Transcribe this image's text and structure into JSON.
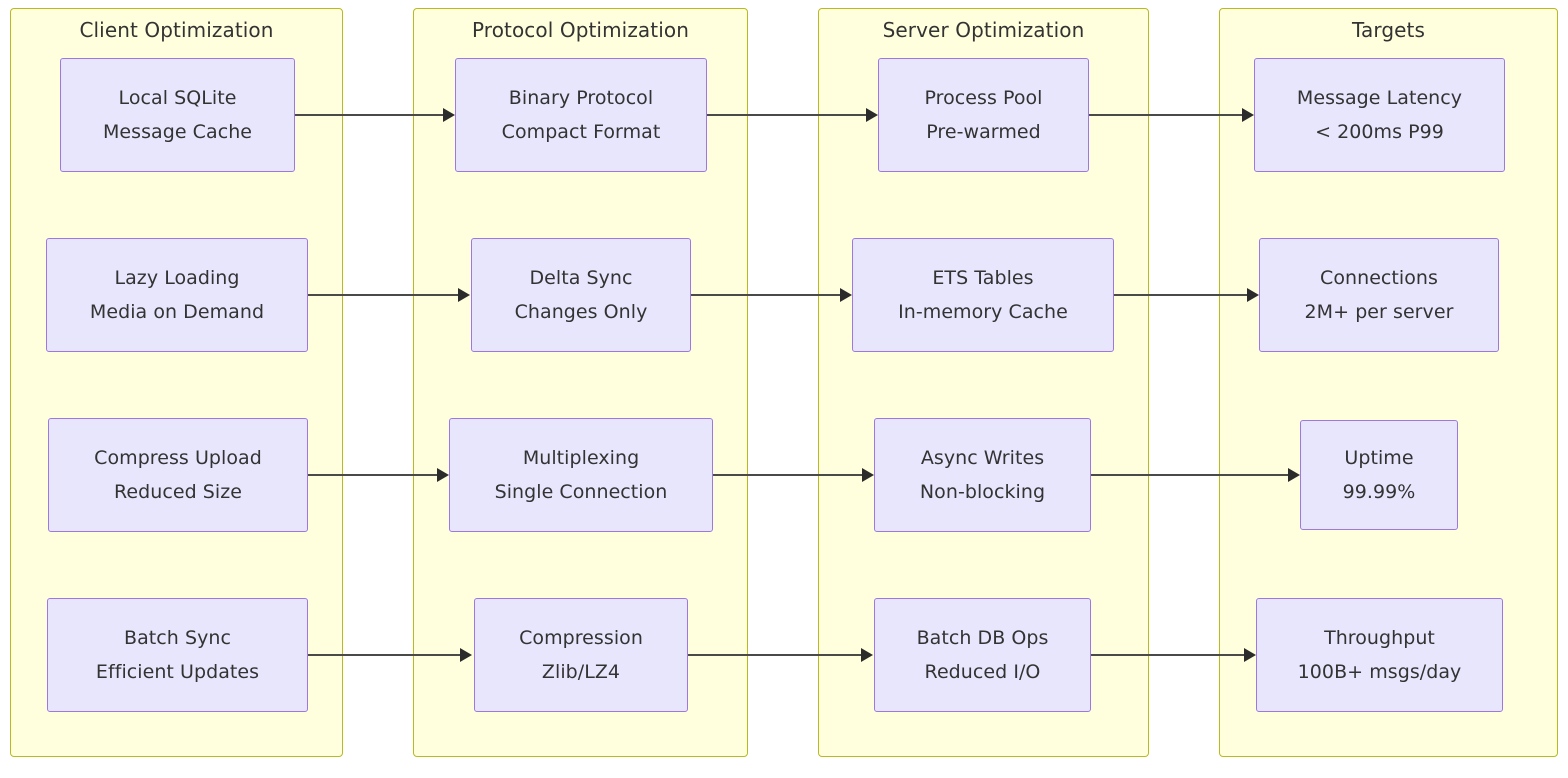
{
  "diagram": {
    "type": "flowchart-lr",
    "background": "#ffffff",
    "cluster_fill": "#ffffde",
    "cluster_stroke": "#b9b920",
    "node_fill": "#e8e6fd",
    "node_stroke": "#9d78e3",
    "edge_color": "#4a4a48",
    "text_color": "#333333"
  },
  "clusters": [
    {
      "id": "client",
      "title": "Client Optimization"
    },
    {
      "id": "protocol",
      "title": "Protocol Optimization"
    },
    {
      "id": "server",
      "title": "Server Optimization"
    },
    {
      "id": "targets",
      "title": "Targets"
    }
  ],
  "nodes": {
    "c1": {
      "line1": "Local SQLite",
      "line2": "Message Cache"
    },
    "c2": {
      "line1": "Lazy Loading",
      "line2": "Media on Demand"
    },
    "c3": {
      "line1": "Compress Upload",
      "line2": "Reduced Size"
    },
    "c4": {
      "line1": "Batch Sync",
      "line2": "Efficient Updates"
    },
    "p1": {
      "line1": "Binary Protocol",
      "line2": "Compact Format"
    },
    "p2": {
      "line1": "Delta Sync",
      "line2": "Changes Only"
    },
    "p3": {
      "line1": "Multiplexing",
      "line2": "Single Connection"
    },
    "p4": {
      "line1": "Compression",
      "line2": "Zlib/LZ4"
    },
    "s1": {
      "line1": "Process Pool",
      "line2": "Pre-warmed"
    },
    "s2": {
      "line1": "ETS Tables",
      "line2": "In-memory Cache"
    },
    "s3": {
      "line1": "Async Writes",
      "line2": "Non-blocking"
    },
    "s4": {
      "line1": "Batch DB Ops",
      "line2": "Reduced I/O"
    },
    "t1": {
      "line1": "Message Latency",
      "line2": "< 200ms P99"
    },
    "t2": {
      "line1": "Connections",
      "line2": "2M+ per server"
    },
    "t3": {
      "line1": "Uptime",
      "line2": "99.99%"
    },
    "t4": {
      "line1": "Throughput",
      "line2": "100B+ msgs/day"
    }
  },
  "edges": [
    {
      "from": "c1",
      "to": "p1"
    },
    {
      "from": "p1",
      "to": "s1"
    },
    {
      "from": "s1",
      "to": "t1"
    },
    {
      "from": "c2",
      "to": "p2"
    },
    {
      "from": "p2",
      "to": "s2"
    },
    {
      "from": "s2",
      "to": "t2"
    },
    {
      "from": "c3",
      "to": "p3"
    },
    {
      "from": "p3",
      "to": "s3"
    },
    {
      "from": "s3",
      "to": "t3"
    },
    {
      "from": "c4",
      "to": "p4"
    },
    {
      "from": "p4",
      "to": "s4"
    },
    {
      "from": "s4",
      "to": "t4"
    }
  ]
}
